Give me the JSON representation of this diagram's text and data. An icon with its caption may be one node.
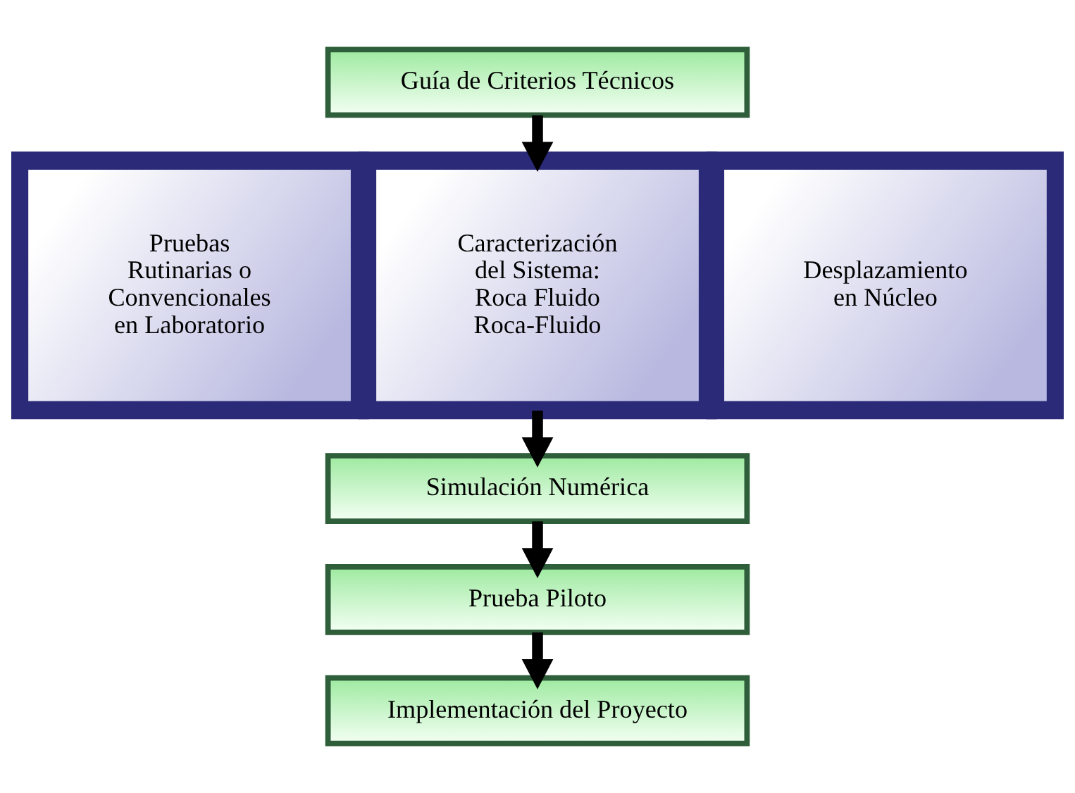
{
  "diagram": {
    "nodes": [
      {
        "text": [
          "Guía de Criterios Técnicos"
        ]
      },
      {
        "text": [
          "Pruebas Rutinarias o Convencionales en Laboratorio"
        ]
      },
      {
        "text": [
          "Caracterización del Sistema: Roca Fluido Roca-Fluido"
        ]
      },
      {
        "text": [
          "Desplazamiento en Núcleo"
        ]
      },
      {
        "text": [
          "Simulación Numérica"
        ]
      },
      {
        "text": [
          "Prueba Piloto"
        ]
      },
      {
        "text": [
          "Implementación del Proyecto"
        ]
      }
    ],
    "edges": [
      {
        "from": 0,
        "to": 2,
        "arrow": "to"
      },
      {
        "from": 2,
        "to": 4,
        "arrow": "to"
      },
      {
        "from": 4,
        "to": 5,
        "arrow": "to"
      },
      {
        "from": 5,
        "to": 6,
        "arrow": "to"
      }
    ]
  }
}
